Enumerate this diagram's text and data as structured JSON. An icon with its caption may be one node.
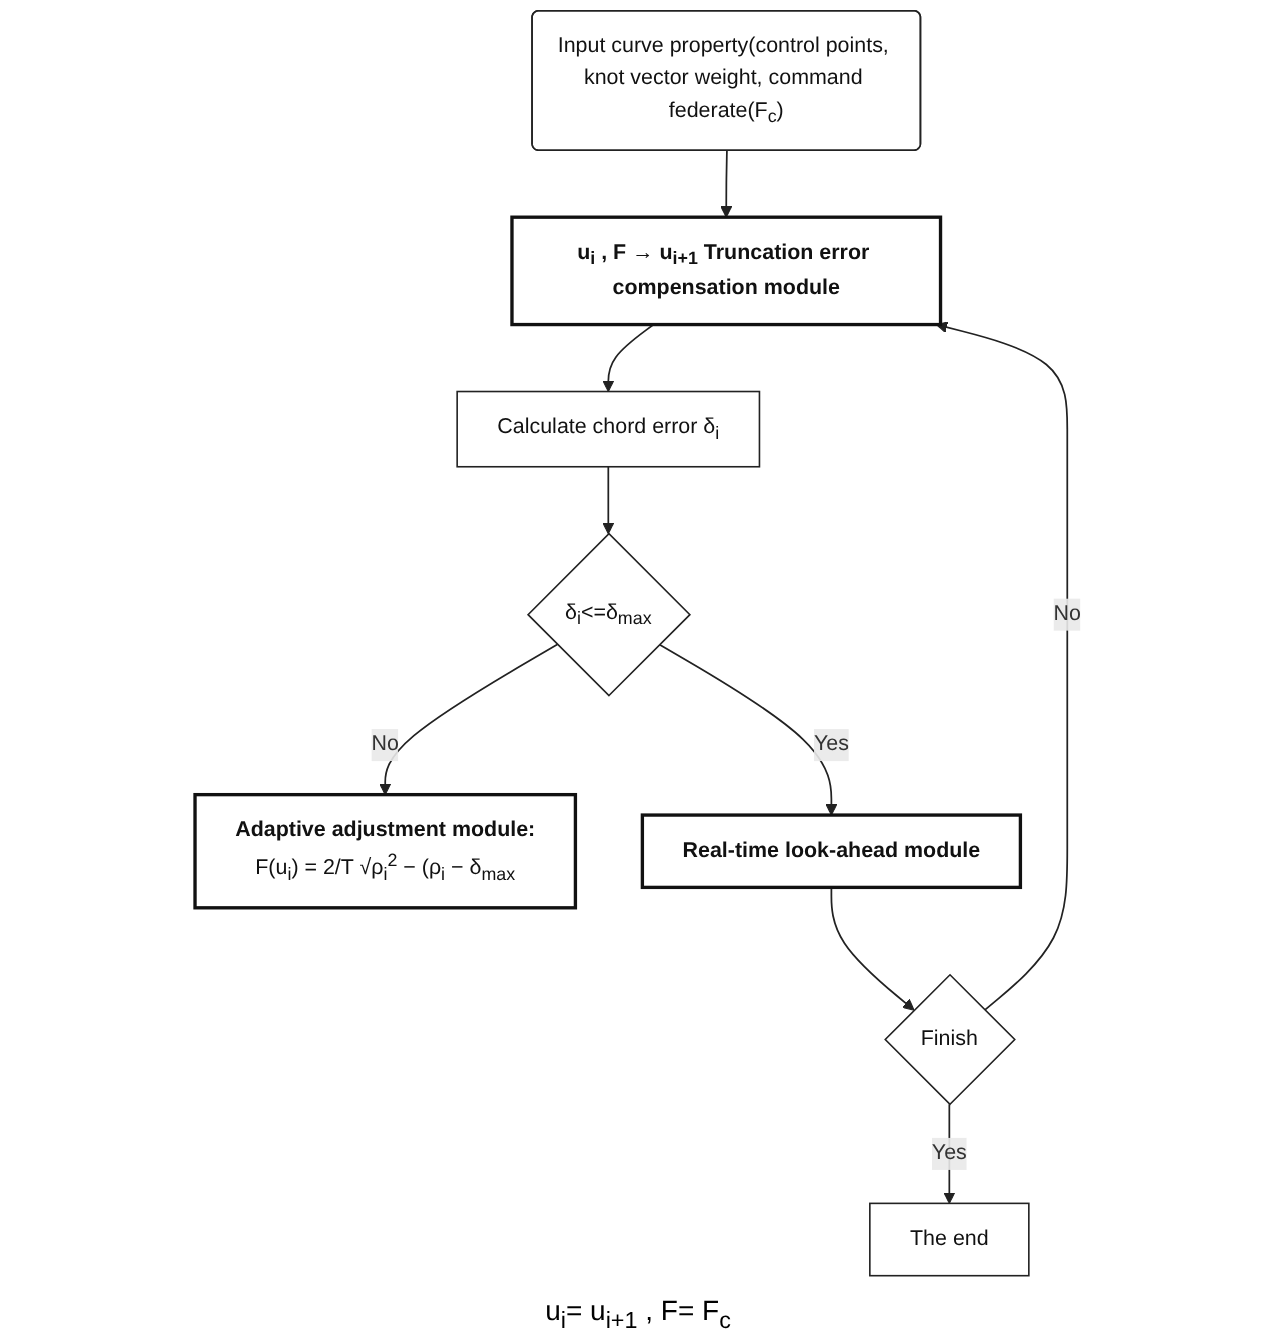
{
  "diagram": {
    "nodes": [
      {
        "text": [
          "Input curve property(control points, knot vector weight, command federate(F$_{c}$)"
        ]
      },
      {
        "text": [
          "u$_{i}$ , F → u$_{i+1}$ Truncation error compensation module"
        ]
      },
      {
        "text": [
          "Calculate chord error δ$_{i}$"
        ]
      },
      {
        "text": [
          "δ$_{i}$<=δ$_{max}$"
        ]
      },
      {
        "text": [
          "Adaptive adjustment module:",
          "F(u$_{i}$) = 2/T √ρ$_{i}$$^{2}$ − (ρ$_{i}$ − δ$_{max}$"
        ]
      },
      {
        "text": [
          "Real-time look-ahead module"
        ]
      },
      {
        "text": [
          "Finish"
        ]
      },
      {
        "text": [
          "The end"
        ]
      }
    ],
    "edges": [
      {
        "from": 0,
        "to": 1,
        "arrow": "to"
      },
      {
        "from": 1,
        "to": 2,
        "arrow": "to"
      },
      {
        "from": 2,
        "to": 3,
        "arrow": "to"
      },
      {
        "from": 3,
        "to": 4,
        "arrow": "to",
        "label": "No"
      },
      {
        "from": 3,
        "to": 5,
        "arrow": "to",
        "label": "Yes"
      },
      {
        "from": 5,
        "to": 6,
        "arrow": "to"
      },
      {
        "from": 6,
        "to": 7,
        "arrow": "to",
        "label": "Yes"
      },
      {
        "from": 6,
        "to": 1,
        "arrow": "to",
        "label": "No"
      }
    ],
    "labels": [
      "u$_{i}$= u$_{i+1}$ , F= F$_{c}$"
    ]
  }
}
